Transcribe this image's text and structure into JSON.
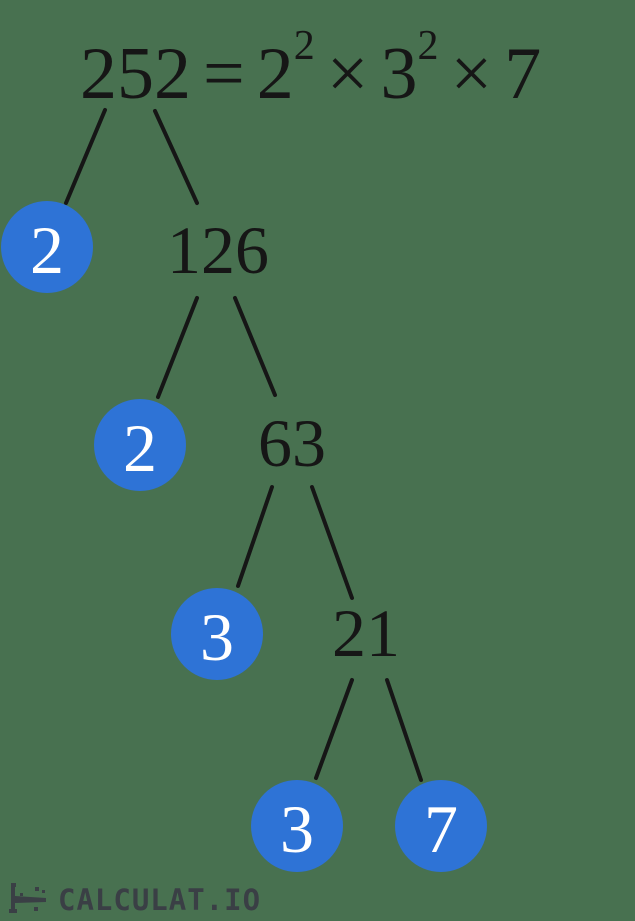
{
  "colors": {
    "background": "#487150",
    "prime_circle": "#2E73D6",
    "prime_digit": "#FFFFFF",
    "text": "#161616",
    "line": "#161616",
    "logo": "#3A3F45"
  },
  "equation": {
    "full_text": "252 = 2² × 3² × 7",
    "lhs": "252",
    "equals_sign": "=",
    "times_sign": "×",
    "terms": [
      {
        "base": "2",
        "exponent": "2"
      },
      {
        "base": "3",
        "exponent": "2"
      },
      {
        "base": "7",
        "exponent": ""
      }
    ]
  },
  "tree": {
    "root": "252",
    "composites": [
      "126",
      "63",
      "21"
    ],
    "primes": [
      "2",
      "2",
      "3",
      "3",
      "7"
    ]
  },
  "footer": {
    "logo_text": "CALCULAT.IO",
    "logo_icon": "pixel-flag-with-sparkles"
  }
}
